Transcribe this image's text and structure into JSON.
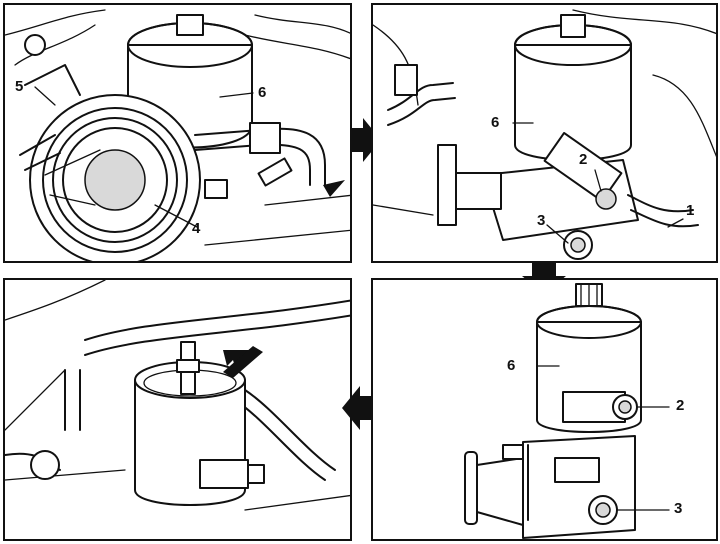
{
  "figure": {
    "panels": [
      {
        "id": "step-1",
        "callouts": [
          "5",
          "6",
          "4"
        ]
      },
      {
        "id": "step-2",
        "callouts": [
          "2",
          "6",
          "3",
          "1"
        ]
      },
      {
        "id": "step-3",
        "callouts": []
      },
      {
        "id": "step-4",
        "callouts": [
          "6",
          "2",
          "3"
        ]
      }
    ],
    "callout_labels": {
      "p1_5": "5",
      "p1_6": "6",
      "p1_4": "4",
      "p2_6": "6",
      "p2_2": "2",
      "p2_3": "3",
      "p2_1": "1",
      "p4_6": "6",
      "p4_2": "2",
      "p4_3": "3"
    },
    "flow": [
      "step-1 → step-2",
      "step-2 → step-4",
      "step-4 → step-3"
    ],
    "colors": {
      "line": "#111111",
      "background": "#ffffff",
      "arrow": "#111111"
    }
  }
}
